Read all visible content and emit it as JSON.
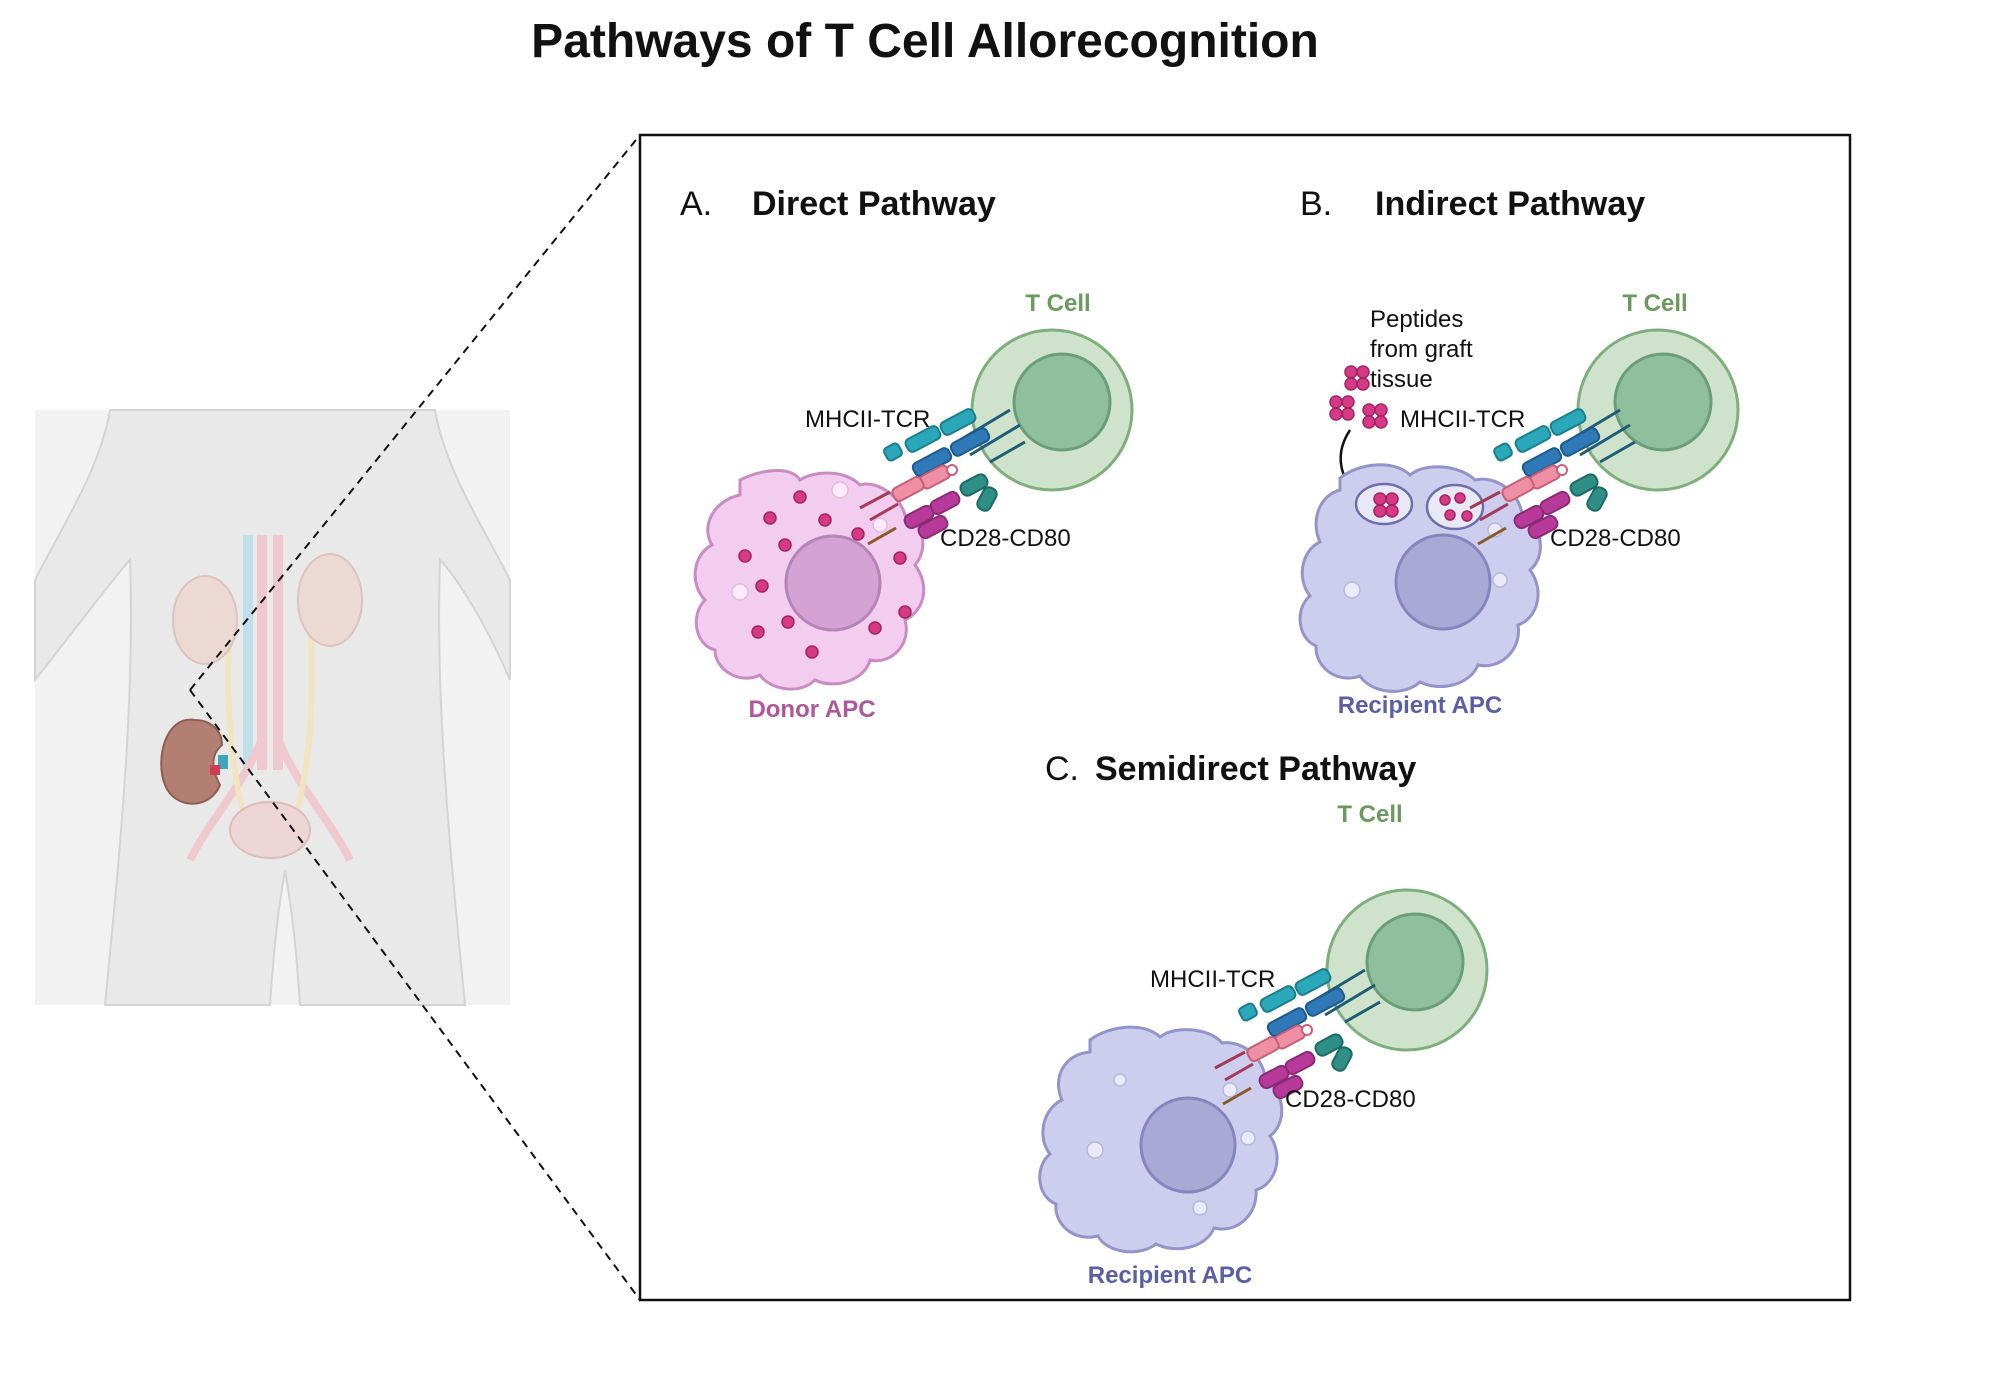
{
  "title": "Pathways of T Cell Allorecognition",
  "panels": {
    "direct": {
      "letter": "A.",
      "title": "Direct Pathway",
      "t_cell": "T Cell",
      "mhc_tcr": "MHCII-TCR",
      "cd28": "CD28-CD80",
      "apc": "Donor APC"
    },
    "indirect": {
      "letter": "B.",
      "title": "Indirect Pathway",
      "t_cell": "T Cell",
      "peptides": [
        "Peptides",
        "from graft",
        "tissue"
      ],
      "mhc_tcr": "MHCII-TCR",
      "cd28": "CD28-CD80",
      "apc": "Recipient APC"
    },
    "semidirect": {
      "letter": "C.",
      "title": "Semidirect Pathway",
      "t_cell": "T Cell",
      "mhc_tcr": "MHCII-TCR",
      "cd28": "CD28-CD80",
      "apc": "Recipient APC"
    }
  },
  "colors": {
    "t_cell_outer": "#cfe3cc",
    "t_cell_nucleus": "#8fbf9c",
    "donor_apc": "#f3cdef",
    "donor_nucleus": "#d4a3d4",
    "recipient_apc": "#cdcdee",
    "recipient_nucleus": "#a9a9d6",
    "peptide": "#d63a86"
  }
}
